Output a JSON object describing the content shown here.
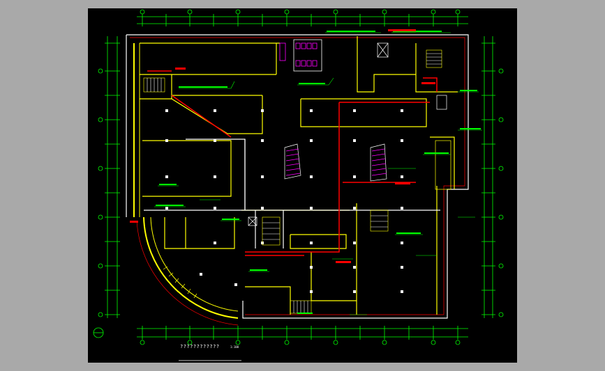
{
  "drawing": {
    "title": "????????????",
    "scale_note": "1:100"
  },
  "colors": {
    "background": "#000000",
    "canvas_bg": "#a9a9a9",
    "dimension": "#00ff00",
    "wall": "#ffff00",
    "fire_line": "#ff0000",
    "partition": "#ffffff",
    "stair": "#ff00ff",
    "annotation": "#00ffff"
  },
  "elements": {
    "north_arrow": "north-arrow-icon",
    "stairs": [
      "stair-west",
      "stair-center-left",
      "stair-center-right",
      "stair-east",
      "stair-south"
    ]
  }
}
